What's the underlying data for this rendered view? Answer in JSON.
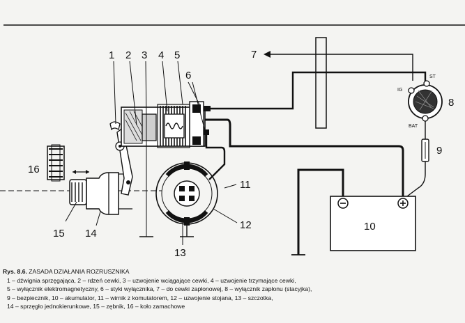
{
  "labels": {
    "l1": "1",
    "l2": "2",
    "l3": "3",
    "l4": "4",
    "l5": "5",
    "l6": "6",
    "l7": "7",
    "l8": "8",
    "l9": "9",
    "l10": "10",
    "l11": "11",
    "l12": "12",
    "l13": "13",
    "l14": "14",
    "l15": "15",
    "l16": "16"
  },
  "switch_terminals": {
    "st": "ST",
    "ig": "IG",
    "bat": "BAT"
  },
  "caption": {
    "figure_number": "Rys. 8.6.",
    "title": "ZASADA DZIAŁANIA ROZRUSZNIKA",
    "lines": [
      "1 – dźwignia sprzęgająca, 2 – rdzeń cewki, 3 – uzwojenie wciągające cewki, 4 – uzwojenie trzymające cewki,",
      "5 – wyłącznik elektromagnetyczny, 6 – styki wyłącznika, 7 – do cewki zapłonowej, 8 – wyłącznik zapłonu (stacyjka),",
      "9 – bezpiecznik, 10 – akumulator, 11 – wirnik z komutatorem, 12 – uzwojenie stojana, 13 – szczotka,",
      "14 – sprzęgło jednokierunkowe, 15 – zębnik, 16 – koło zamachowe"
    ]
  }
}
